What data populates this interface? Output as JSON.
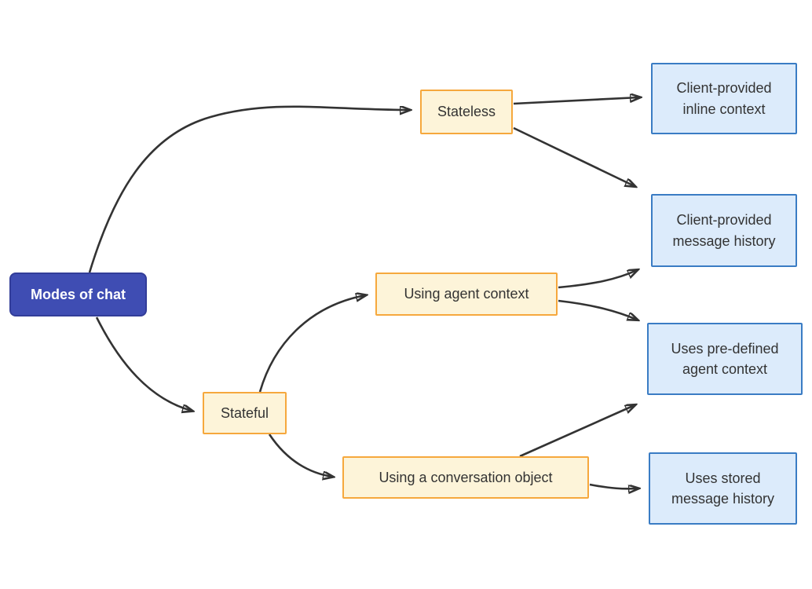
{
  "diagram": {
    "type": "flowchart",
    "direction": "left-to-right",
    "colors": {
      "background": "#ffffff",
      "edge": "#333333",
      "node_text": "#333333",
      "root_fill": "#3f4db3",
      "root_border": "#323d99",
      "root_text": "#ffffff",
      "branch_fill": "#fdf4d9",
      "branch_border": "#f6a83d",
      "leaf_fill": "#dcebfb",
      "leaf_border": "#3a7cc4"
    },
    "nodes": {
      "modes": {
        "label": "Modes of chat",
        "kind": "root"
      },
      "stateless": {
        "label": "Stateless",
        "kind": "branch"
      },
      "stateful": {
        "label": "Stateful",
        "kind": "branch"
      },
      "agent_context": {
        "label": "Using agent context",
        "kind": "branch"
      },
      "conversation": {
        "label": "Using a conversation object",
        "kind": "branch"
      },
      "inline_context": {
        "label": "Client-provided inline context",
        "kind": "leaf"
      },
      "message_history": {
        "label": "Client-provided message history",
        "kind": "leaf"
      },
      "predefined_context": {
        "label": "Uses pre-defined agent context",
        "kind": "leaf"
      },
      "stored_history": {
        "label": "Uses stored message history",
        "kind": "leaf"
      }
    },
    "edges": [
      {
        "from": "Modes of chat",
        "to": "Stateless"
      },
      {
        "from": "Modes of chat",
        "to": "Stateful"
      },
      {
        "from": "Stateless",
        "to": "Client-provided inline context"
      },
      {
        "from": "Stateless",
        "to": "Client-provided message history"
      },
      {
        "from": "Using agent context",
        "to": "Client-provided message history"
      },
      {
        "from": "Using agent context",
        "to": "Uses pre-defined agent context"
      },
      {
        "from": "Stateful",
        "to": "Using agent context"
      },
      {
        "from": "Stateful",
        "to": "Using a conversation object"
      },
      {
        "from": "Using a conversation object",
        "to": "Uses pre-defined agent context"
      },
      {
        "from": "Using a conversation object",
        "to": "Uses stored message history"
      }
    ]
  }
}
